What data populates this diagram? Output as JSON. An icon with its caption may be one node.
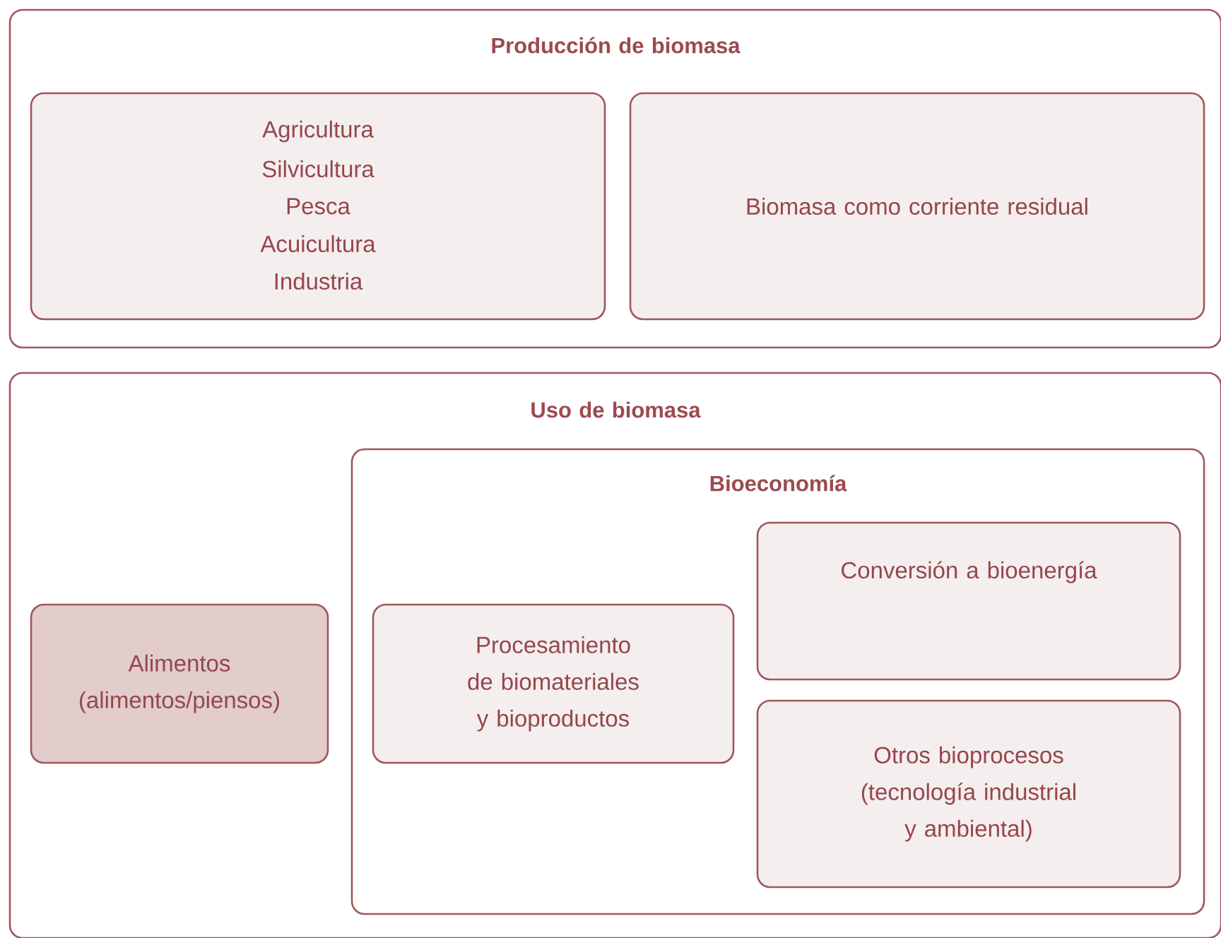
{
  "diagram": {
    "nodes": [
      {
        "text": [
          "Producción de biomasa"
        ]
      },
      {
        "text": [
          "Agricultura",
          "Silvicultura",
          "Pesca",
          "Acuicultura",
          "Industria"
        ],
        "in": 0
      },
      {
        "text": [
          "Biomasa como corriente residual"
        ],
        "in": 0
      },
      {
        "text": [
          "Uso de biomasa"
        ]
      },
      {
        "text": [
          "Alimentos (alimentos/piensos)"
        ],
        "in": 3
      },
      {
        "text": [
          "Bioeconomía"
        ],
        "in": 3
      },
      {
        "text": [
          "Procesamiento de biomateriales y bioproductos"
        ],
        "in": 5
      },
      {
        "text": [
          "Conversión a bioenergía"
        ],
        "in": 5
      },
      {
        "text": [
          "Otros bioprocesos (tecnología industrial y ambiental)"
        ],
        "in": 5
      }
    ]
  }
}
